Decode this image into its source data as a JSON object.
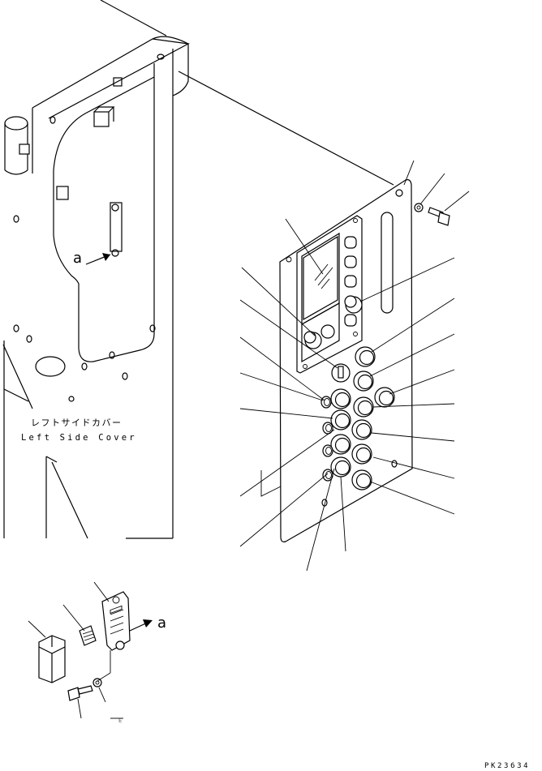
{
  "labels": {
    "cover_jp": "レフトサイドカバー",
    "cover_en": "Left Side Cover",
    "view_arrow_top": "a",
    "view_arrow_bottom": "a",
    "drawing_code": "PK23634",
    "partial_text": "E"
  }
}
